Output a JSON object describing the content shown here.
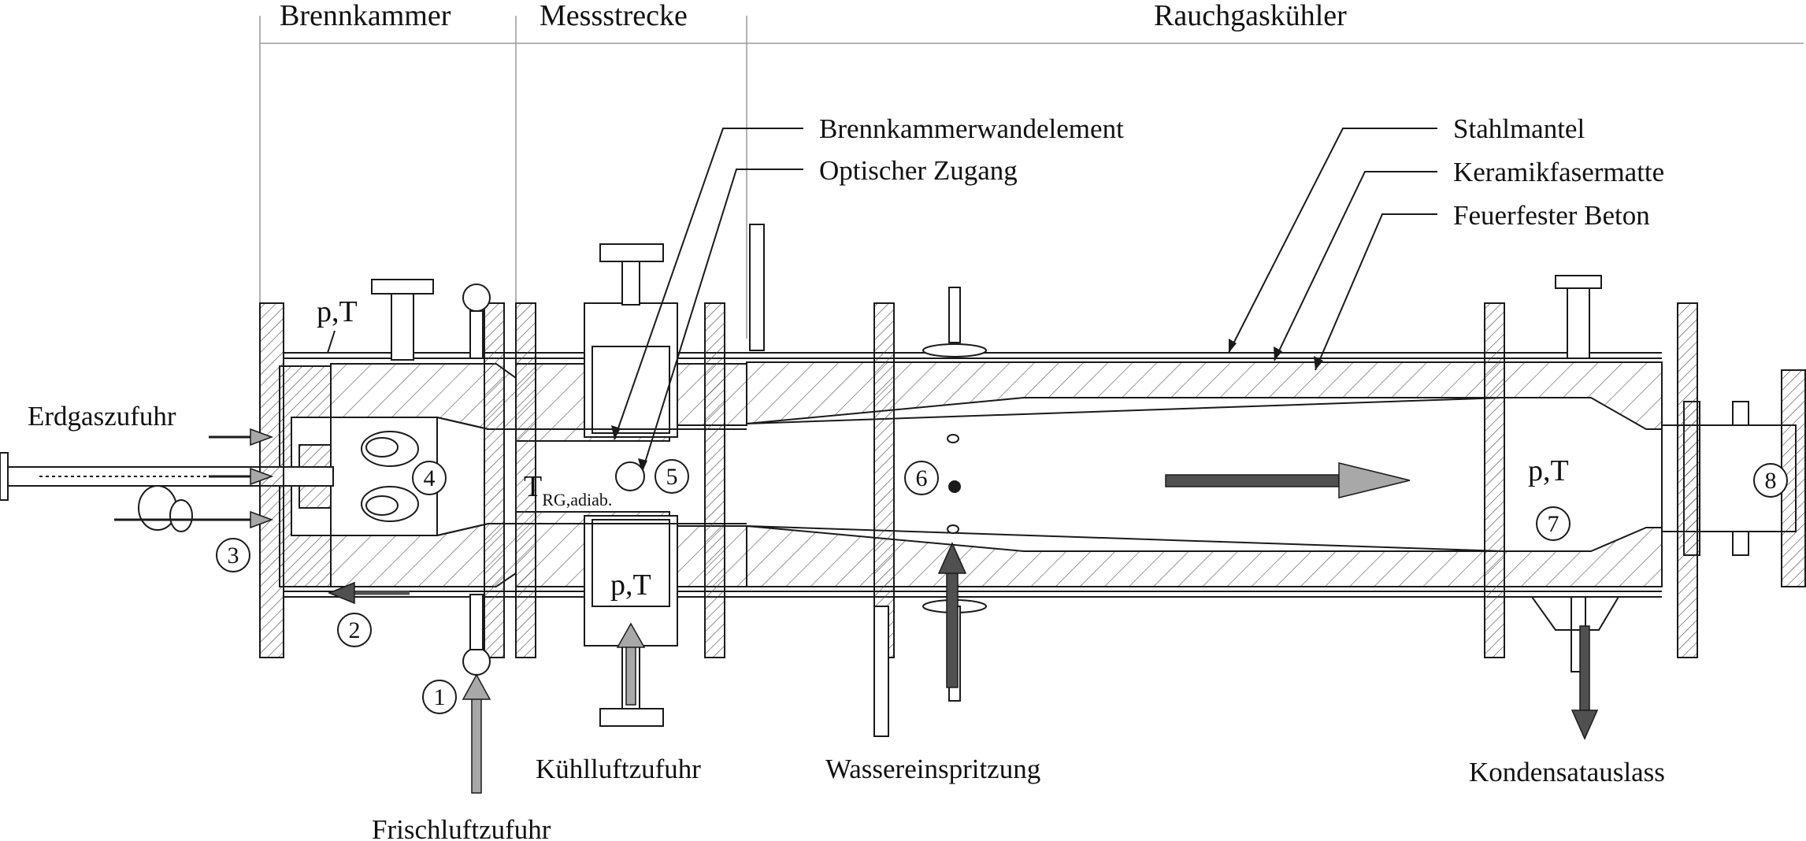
{
  "sections": {
    "brennkammer": "Brennkammer",
    "messstrecke": "Messstrecke",
    "rauchgaskuehler": "Rauchgaskühler"
  },
  "callouts": {
    "brennkammerwandelement": "Brennkammerwandelement",
    "optischer_zugang": "Optischer Zugang",
    "stahlmantel": "Stahlmantel",
    "keramikfasermatte": "Keramikfasermatte",
    "feuerfester_beton": "Feuerfester Beton"
  },
  "flows": {
    "erdgaszufuhr": "Erdgaszufuhr",
    "frischluftzufuhr": "Frischluftzufuhr",
    "kuehlluftzufuhr": "Kühlluftzufuhr",
    "wassereinspritzung": "Wassereinspritzung",
    "kondensatauslass": "Kondensatauslass"
  },
  "measurements": {
    "pt": "p,T",
    "t_main": "T",
    "t_sub": "RG,adiab."
  },
  "stations": [
    "1",
    "2",
    "3",
    "4",
    "5",
    "6",
    "7",
    "8"
  ],
  "colors": {
    "line": "#1a1a1a",
    "hatch": "#555555",
    "arrow_light": "#a8a8a8",
    "arrow_dark": "#505050",
    "guide": "#9a9a9a"
  }
}
